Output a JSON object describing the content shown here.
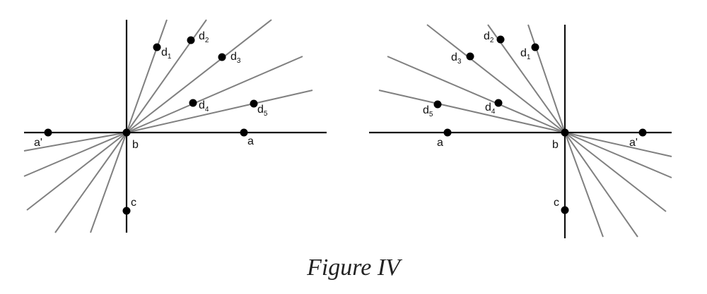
{
  "caption": "Figure IV",
  "labels": {
    "a": "a",
    "a_prime": "a'",
    "b": "b",
    "c": "c",
    "d": "d",
    "sub1": "1",
    "sub2": "2",
    "sub3": "3",
    "sub4": "4",
    "sub5": "5"
  },
  "colors": {
    "axis": "#111111",
    "ray": "#808080",
    "point": "#000000"
  }
}
